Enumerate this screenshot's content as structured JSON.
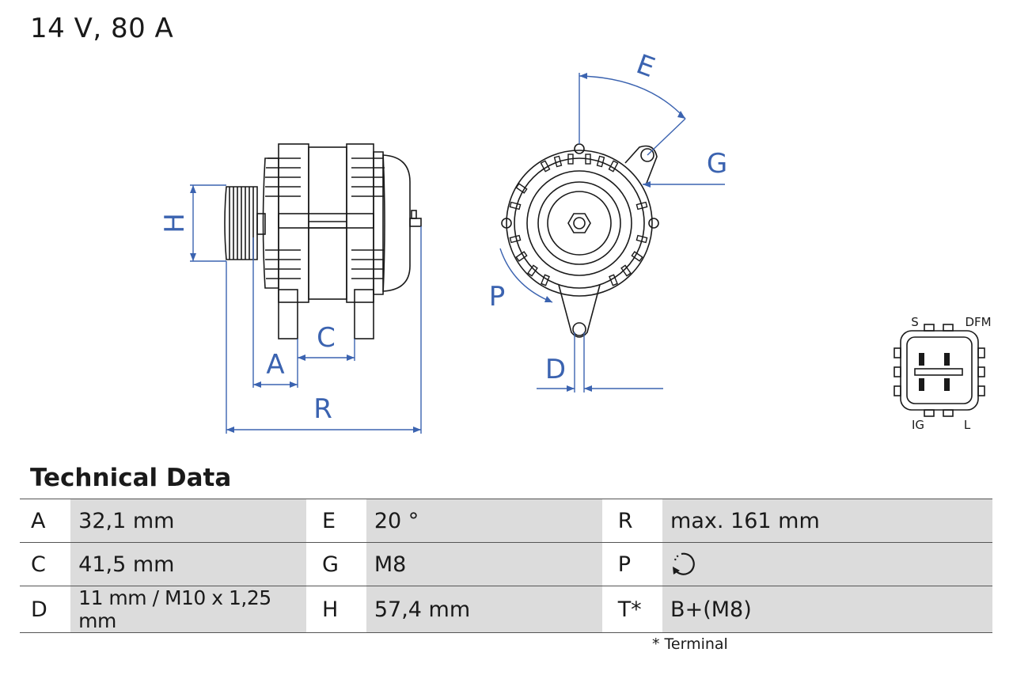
{
  "title": "14 V, 80 A",
  "diagram": {
    "dimension_labels": [
      "H",
      "A",
      "C",
      "R",
      "E",
      "G",
      "P",
      "D"
    ],
    "connector": {
      "S": "S",
      "DFM": "DFM",
      "IG": "IG",
      "L": "L"
    }
  },
  "section_title": "Technical Data",
  "rows": [
    [
      {
        "k": "A",
        "v": "32,1 mm"
      },
      {
        "k": "E",
        "v": "20 °"
      },
      {
        "k": "R",
        "v": "max. 161 mm"
      }
    ],
    [
      {
        "k": "C",
        "v": "41,5 mm"
      },
      {
        "k": "G",
        "v": "M8"
      },
      {
        "k": "P",
        "v": "",
        "icon": "rotation-clockwise-icon"
      }
    ],
    [
      {
        "k": "D",
        "v": "11 mm / M10 x 1,25 mm"
      },
      {
        "k": "H",
        "v": "57,4 mm"
      },
      {
        "k": "T*",
        "v": "B+(M8)"
      }
    ]
  ],
  "footnote": "* Terminal",
  "colors": {
    "dimension": "#3b63b0",
    "line": "#1a1a1a",
    "cell": "#dcdcdc"
  }
}
